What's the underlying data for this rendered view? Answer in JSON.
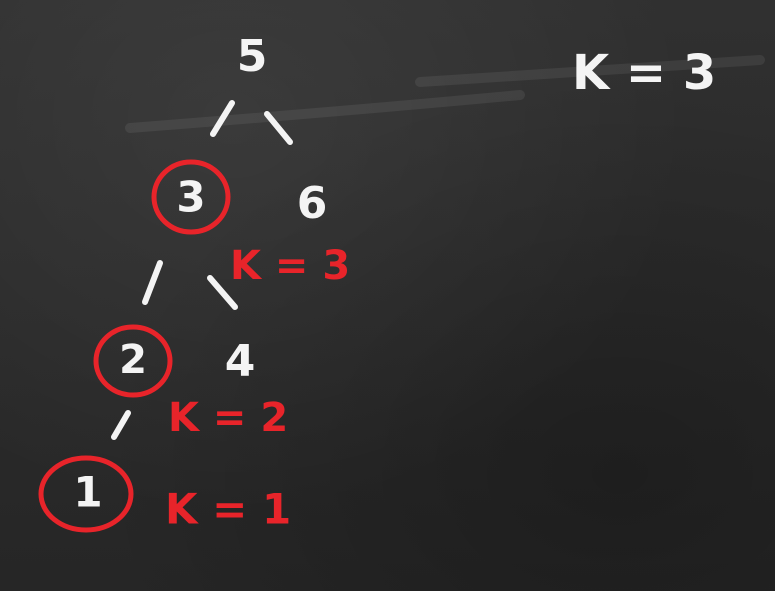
{
  "header": {
    "k_label": "K = 3"
  },
  "tree": {
    "nodes": [
      {
        "id": "n5",
        "label": "5",
        "highlighted": false
      },
      {
        "id": "n3",
        "label": "3",
        "highlighted": true
      },
      {
        "id": "n6",
        "label": "6",
        "highlighted": false
      },
      {
        "id": "n2",
        "label": "2",
        "highlighted": true
      },
      {
        "id": "n4",
        "label": "4",
        "highlighted": false
      },
      {
        "id": "n1",
        "label": "1",
        "highlighted": true
      }
    ],
    "edges": [
      {
        "from": "n5",
        "to": "n3"
      },
      {
        "from": "n5",
        "to": "n6"
      },
      {
        "from": "n3",
        "to": "n2"
      },
      {
        "from": "n3",
        "to": "n4"
      },
      {
        "from": "n2",
        "to": "n1"
      }
    ]
  },
  "annotations": [
    {
      "node": "n3",
      "label": "K = 3"
    },
    {
      "node": "n2",
      "label": "K = 2"
    },
    {
      "node": "n1",
      "label": "K = 1"
    }
  ],
  "colors": {
    "background": "#2c2c2c",
    "chalk": "#f4f4f4",
    "highlight": "#e8242a"
  }
}
